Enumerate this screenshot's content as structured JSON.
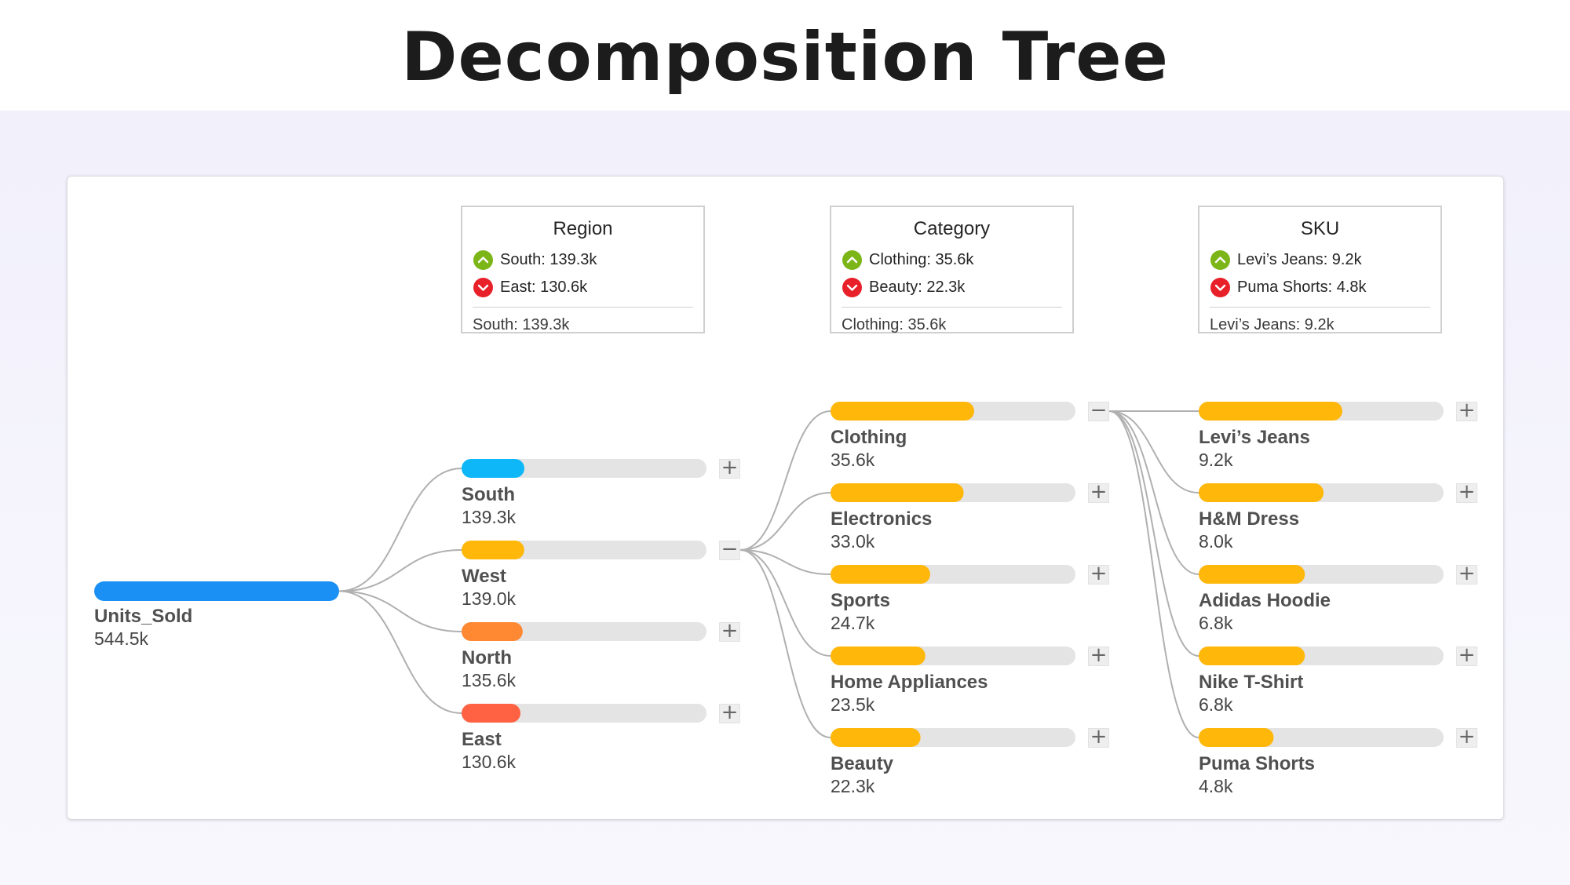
{
  "page_title": "Decomposition Tree",
  "chart_data": {
    "type": "decomposition-tree",
    "title": "Decomposition Tree",
    "root": {
      "label": "Units_Sold",
      "value_label": "544.5k",
      "value": 544.5
    },
    "levels": [
      {
        "title": "Region",
        "highest": "South: 139.3k",
        "lowest": "East: 130.6k",
        "selected": "South: 139.3k",
        "nodes": [
          {
            "label": "South",
            "value_label": "139.3k",
            "value": 139.3,
            "color": "#0db7f8",
            "toggle": "+"
          },
          {
            "label": "West",
            "value_label": "139.0k",
            "value": 139.0,
            "color": "#ffb70a",
            "toggle": "−"
          },
          {
            "label": "North",
            "value_label": "135.6k",
            "value": 135.6,
            "color": "#ff8833",
            "toggle": "+"
          },
          {
            "label": "East",
            "value_label": "130.6k",
            "value": 130.6,
            "color": "#ff6242",
            "toggle": "+"
          }
        ]
      },
      {
        "title": "Category",
        "highest": "Clothing: 35.6k",
        "lowest": "Beauty: 22.3k",
        "selected": "Clothing: 35.6k",
        "nodes": [
          {
            "label": "Clothing",
            "value_label": "35.6k",
            "value": 35.6,
            "color": "#ffb70a",
            "toggle": "−"
          },
          {
            "label": "Electronics",
            "value_label": "33.0k",
            "value": 33.0,
            "color": "#ffb70a",
            "toggle": "+"
          },
          {
            "label": "Sports",
            "value_label": "24.7k",
            "value": 24.7,
            "color": "#ffb70a",
            "toggle": "+"
          },
          {
            "label": "Home Appliances",
            "value_label": "23.5k",
            "value": 23.5,
            "color": "#ffb70a",
            "toggle": "+"
          },
          {
            "label": "Beauty",
            "value_label": "22.3k",
            "value": 22.3,
            "color": "#ffb70a",
            "toggle": "+"
          }
        ]
      },
      {
        "title": "SKU",
        "highest": "Levi’s Jeans: 9.2k",
        "lowest": "Puma Shorts: 4.8k",
        "selected": "Levi’s Jeans: 9.2k",
        "nodes": [
          {
            "label": "Levi’s Jeans",
            "value_label": "9.2k",
            "value": 9.2,
            "color": "#ffb70a",
            "toggle": "+"
          },
          {
            "label": "H&M Dress",
            "value_label": "8.0k",
            "value": 8.0,
            "color": "#ffb70a",
            "toggle": "+"
          },
          {
            "label": "Adidas Hoodie",
            "value_label": "6.8k",
            "value": 6.8,
            "color": "#ffb70a",
            "toggle": "+"
          },
          {
            "label": "Nike T-Shirt",
            "value_label": "6.8k",
            "value": 6.8,
            "color": "#ffb70a",
            "toggle": "+"
          },
          {
            "label": "Puma Shorts",
            "value_label": "4.8k",
            "value": 4.8,
            "color": "#ffb70a",
            "toggle": "+"
          }
        ]
      }
    ],
    "colors": {
      "root_bar": "#1a90f5",
      "track": "#e4e4e4",
      "connector": "#b0b0b0",
      "up_icon": "#7cb518",
      "down_icon": "#e8202a"
    }
  }
}
